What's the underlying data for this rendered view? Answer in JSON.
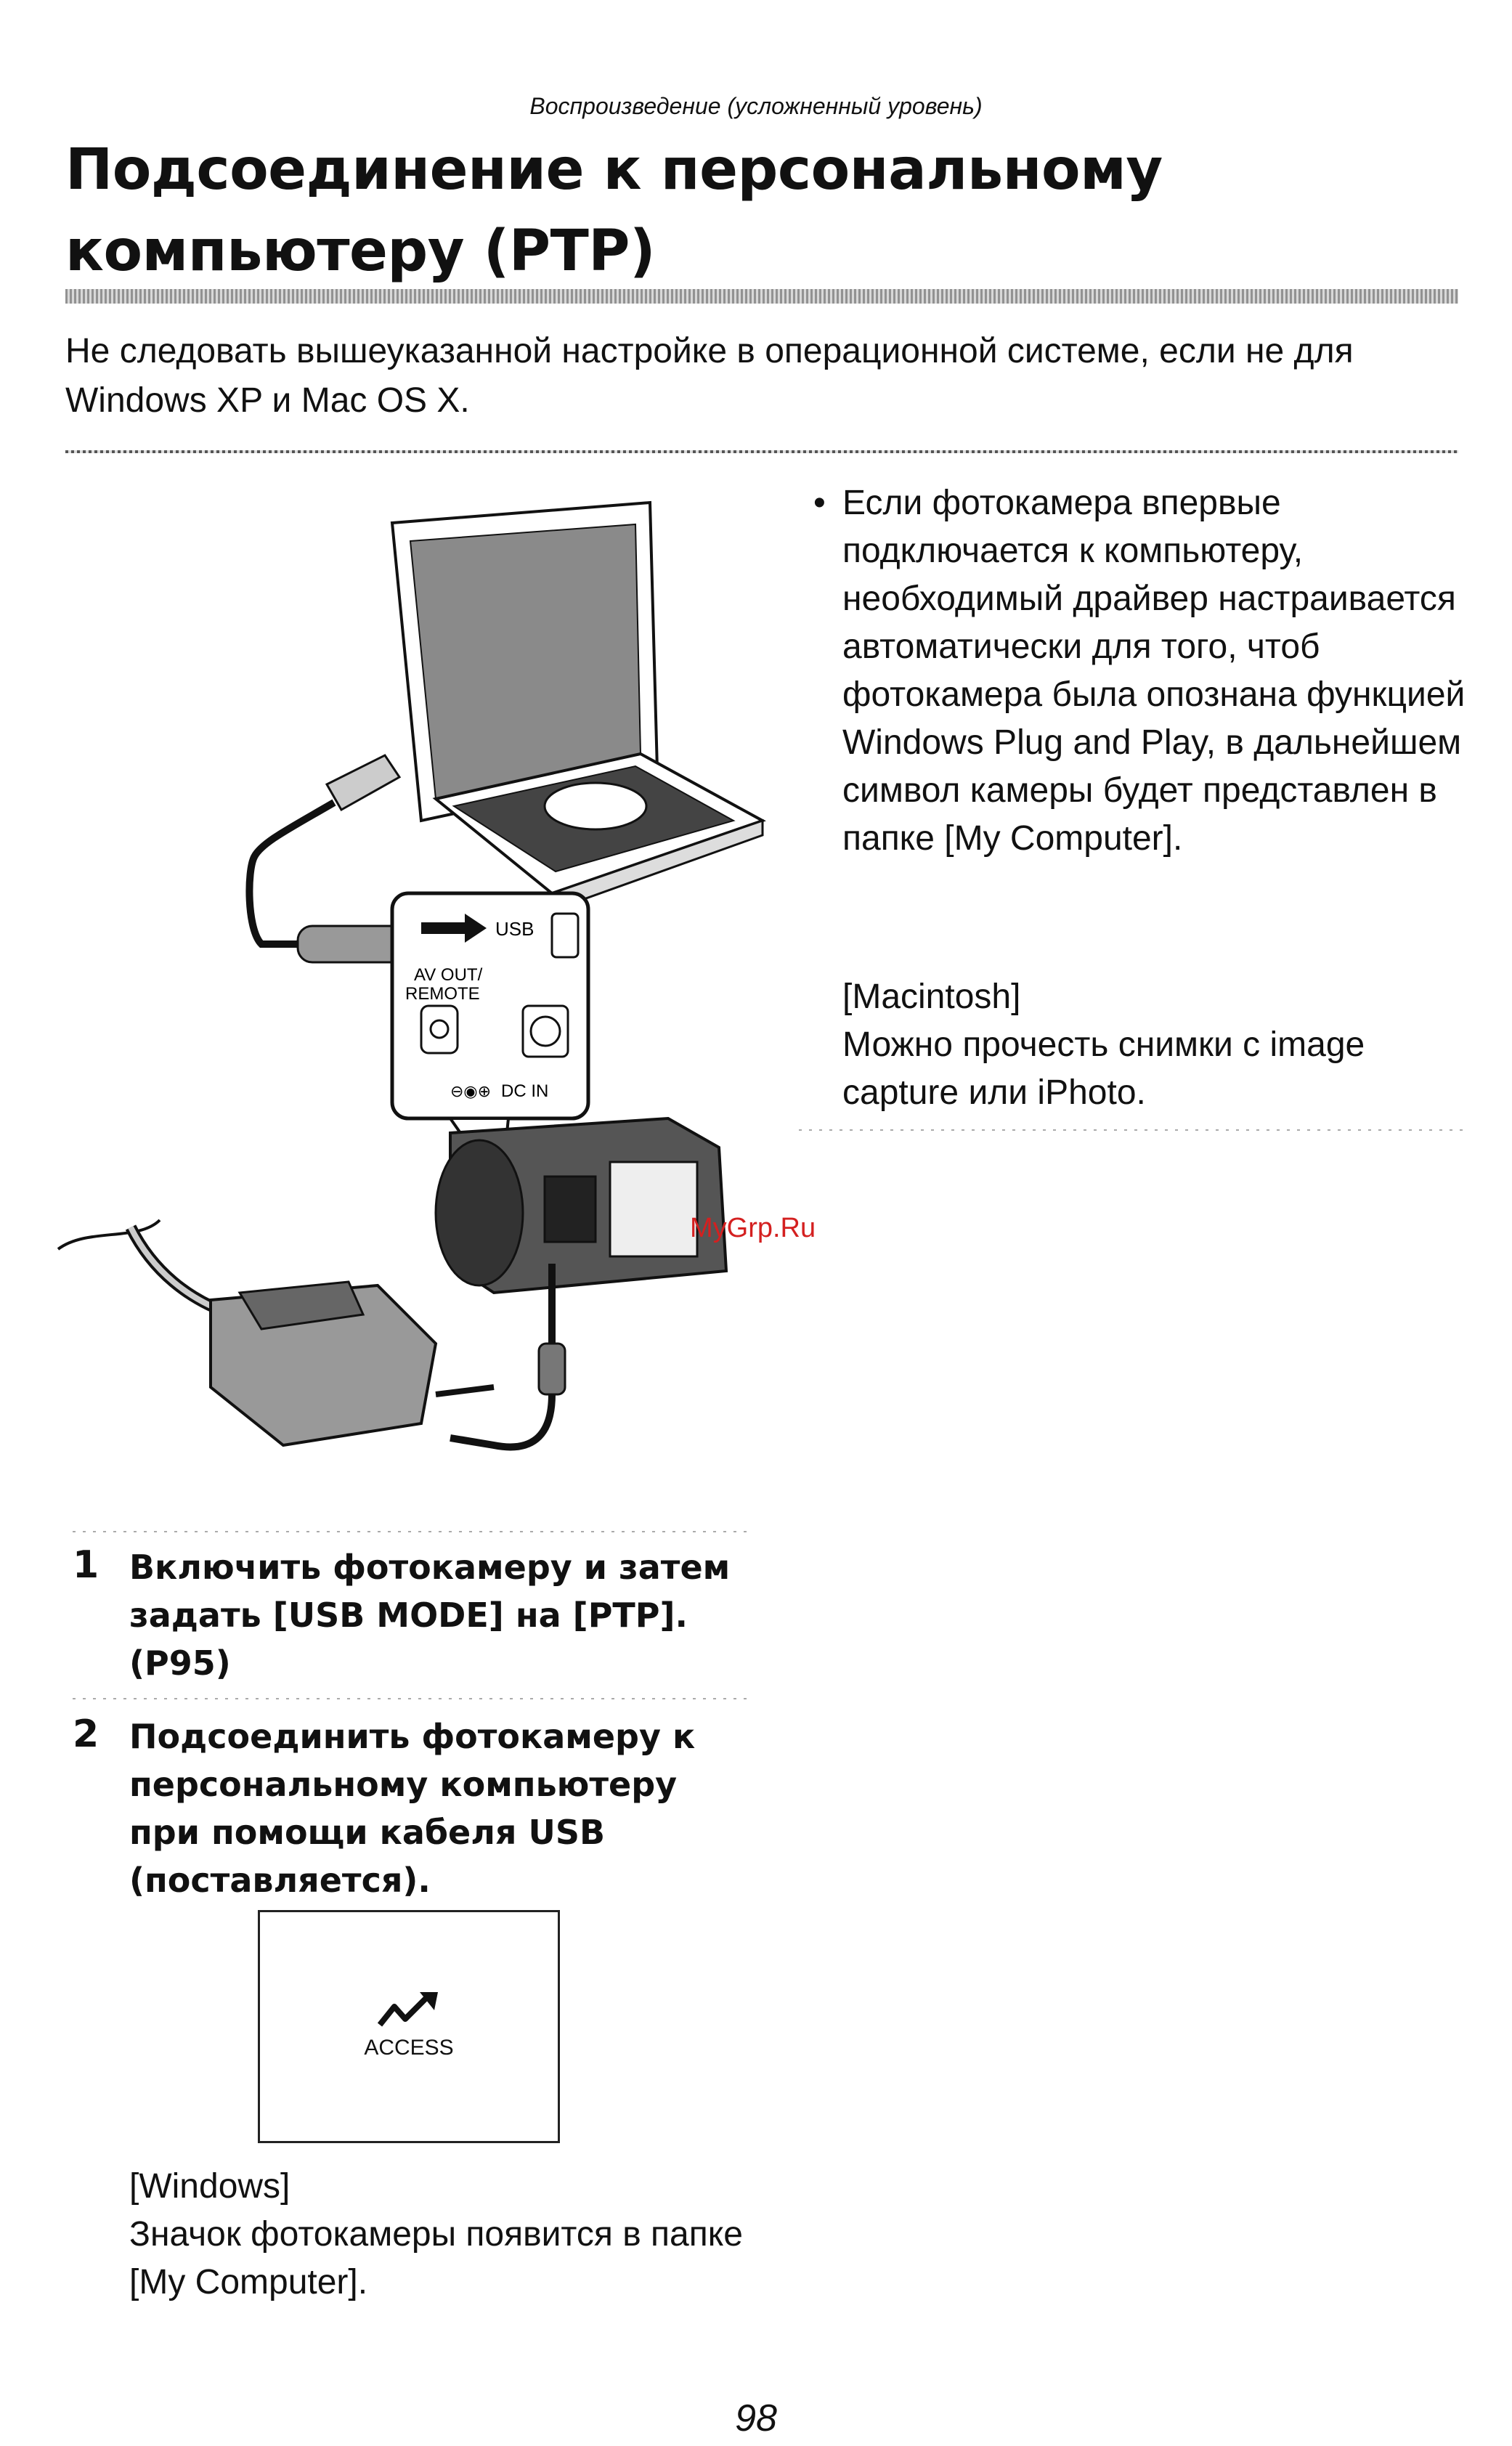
{
  "header": {
    "section": "Воспроизведение (усложненный уровень)"
  },
  "title": {
    "line1": "Подсоединение к персональному",
    "line2": "компьютеру (PTP)"
  },
  "note": "Не следовать вышеуказанной настройке в операционной системе, если не для Windows XP и Mac OS X.",
  "diagram": {
    "usb_label": "USB",
    "av_label_1": "AV OUT/",
    "av_label_2": "REMOTE",
    "dc_label": "DC IN"
  },
  "bullet": {
    "marker": "•",
    "text": "Если фотокамера впервые подключается к компьютеру, необходимый драйвер настраивается автоматически для того, чтоб фотокамера была опознана функцией Windows Plug and Play, в дальнейшем символ камеры будет представлен в папке [My Computer]."
  },
  "mac": {
    "heading": "[Macintosh]",
    "text": "Можно прочесть снимки с image capture или iPhoto."
  },
  "watermark": "MyGrp.Ru",
  "steps": [
    {
      "number": "1",
      "text": "Включить фотокамеру и затем задать [USB MODE] на [PTP]. (P95)"
    },
    {
      "number": "2",
      "text": "Подсоединить фотокамеру к персональному компьютеру при помощи кабеля USB (поставляется)."
    }
  ],
  "lcd": {
    "label": "ACCESS",
    "icon": "access-arrow-icon"
  },
  "windows": {
    "heading": "[Windows]",
    "text": "Значок фотокамеры появится в папке [My Computer]."
  },
  "page_number": "98"
}
